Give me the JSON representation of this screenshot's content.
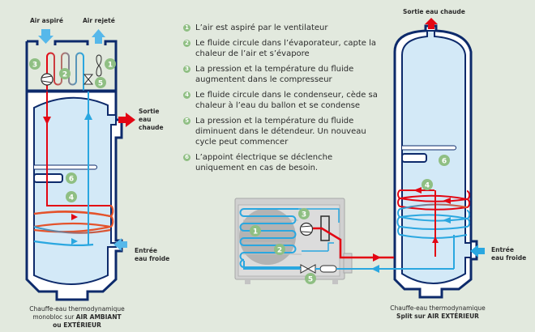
{
  "colors": {
    "background": "#e2e9de",
    "tank_outline": "#0d2a6b",
    "water": "#d3e9f7",
    "hot": "#e30613",
    "cold": "#2aa7e0",
    "badge": "#8fbf83",
    "unit_gray": "#c8c8c8"
  },
  "left_diagram": {
    "labels": {
      "air_in": "Air aspiré",
      "air_out": "Air rejeté",
      "hot_out_line1": "Sortie",
      "hot_out_line2": "eau",
      "hot_out_line3": "chaude",
      "cold_in_line1": "Entrée",
      "cold_in_line2": "eau froide"
    },
    "badges": [
      "1",
      "2",
      "3",
      "4",
      "5",
      "6"
    ],
    "caption": {
      "line1": "Chauffe-eau thermodynamique",
      "line2_prefix": "monobloc sur ",
      "line2_bold": "AIR AMBIANT",
      "line3_bold": "ou EXTÉRIEUR"
    }
  },
  "steps": [
    {
      "num": "1",
      "text": "L’air est aspiré par le ventilateur"
    },
    {
      "num": "2",
      "text": "Le fluide circule dans l’évaporateur, capte la chaleur de l’air et s’évapore"
    },
    {
      "num": "3",
      "text": "La pression et la température du fluide augmentent dans le compresseur"
    },
    {
      "num": "4",
      "text": "Le fluide circule dans le condenseur, cède sa chaleur à l’eau du ballon et se condense"
    },
    {
      "num": "5",
      "text": "La pression et la température du fluide diminuent dans le détendeur. Un nouveau cycle peut commencer"
    },
    {
      "num": "6",
      "text": "L’appoint électrique se déclenche uniquement en cas de besoin."
    }
  ],
  "right_diagram": {
    "labels": {
      "hot_out": "Sortie eau chaude",
      "cold_in_line1": "Entrée",
      "cold_in_line2": "eau froide"
    },
    "badges": [
      "1",
      "2",
      "3",
      "4",
      "5",
      "6"
    ],
    "caption": {
      "line1": "Chauffe-eau thermodynamique",
      "line2_bold": "Split sur AIR EXTÉRIEUR"
    }
  }
}
